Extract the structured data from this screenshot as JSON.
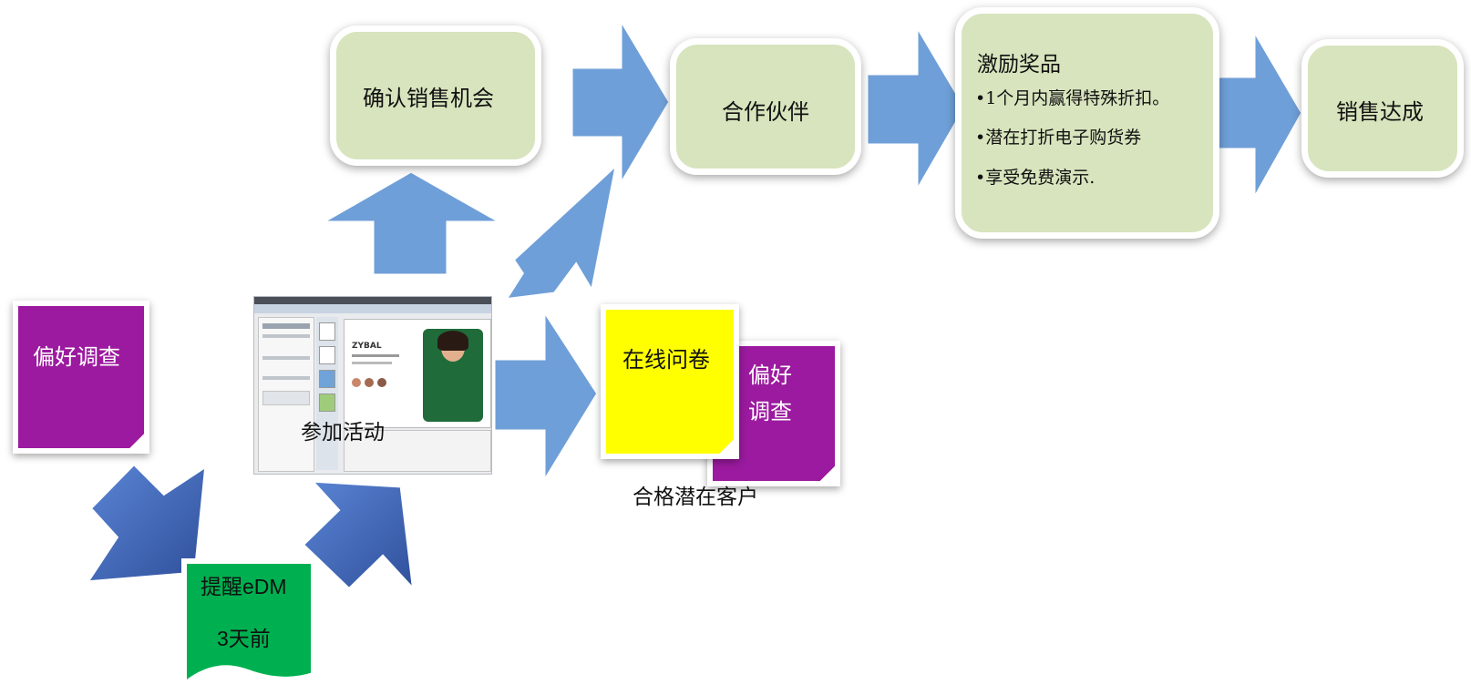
{
  "nodes": {
    "confirm": "确认销售机会",
    "partner": "合作伙伴",
    "incentive_title": "激励奖品",
    "incentive_items": [
      "•1个月内赢得特殊折扣。",
      "•潜在打折电子购货券",
      "•享受免费演示."
    ],
    "close": "销售达成",
    "pref_survey_left": "偏好调查",
    "event": "参加活动",
    "reminder_line1": "提醒eDM",
    "reminder_line2": "3天前",
    "online_survey": "在线问卷",
    "pref_survey_right_line1": "偏好",
    "pref_survey_right_line2": "调查",
    "qualified": "合格潜在客户"
  },
  "screenshot_thumbnail": {
    "brand_text": "ZYBAL"
  },
  "colors": {
    "box_fill": "#d7e4bd",
    "arrow_light": "#6f9fd8",
    "arrow_dark": "#3b5fb0",
    "note_purple": "#9b1a9f",
    "note_yellow": "#ffff00",
    "note_green": "#00b050"
  }
}
